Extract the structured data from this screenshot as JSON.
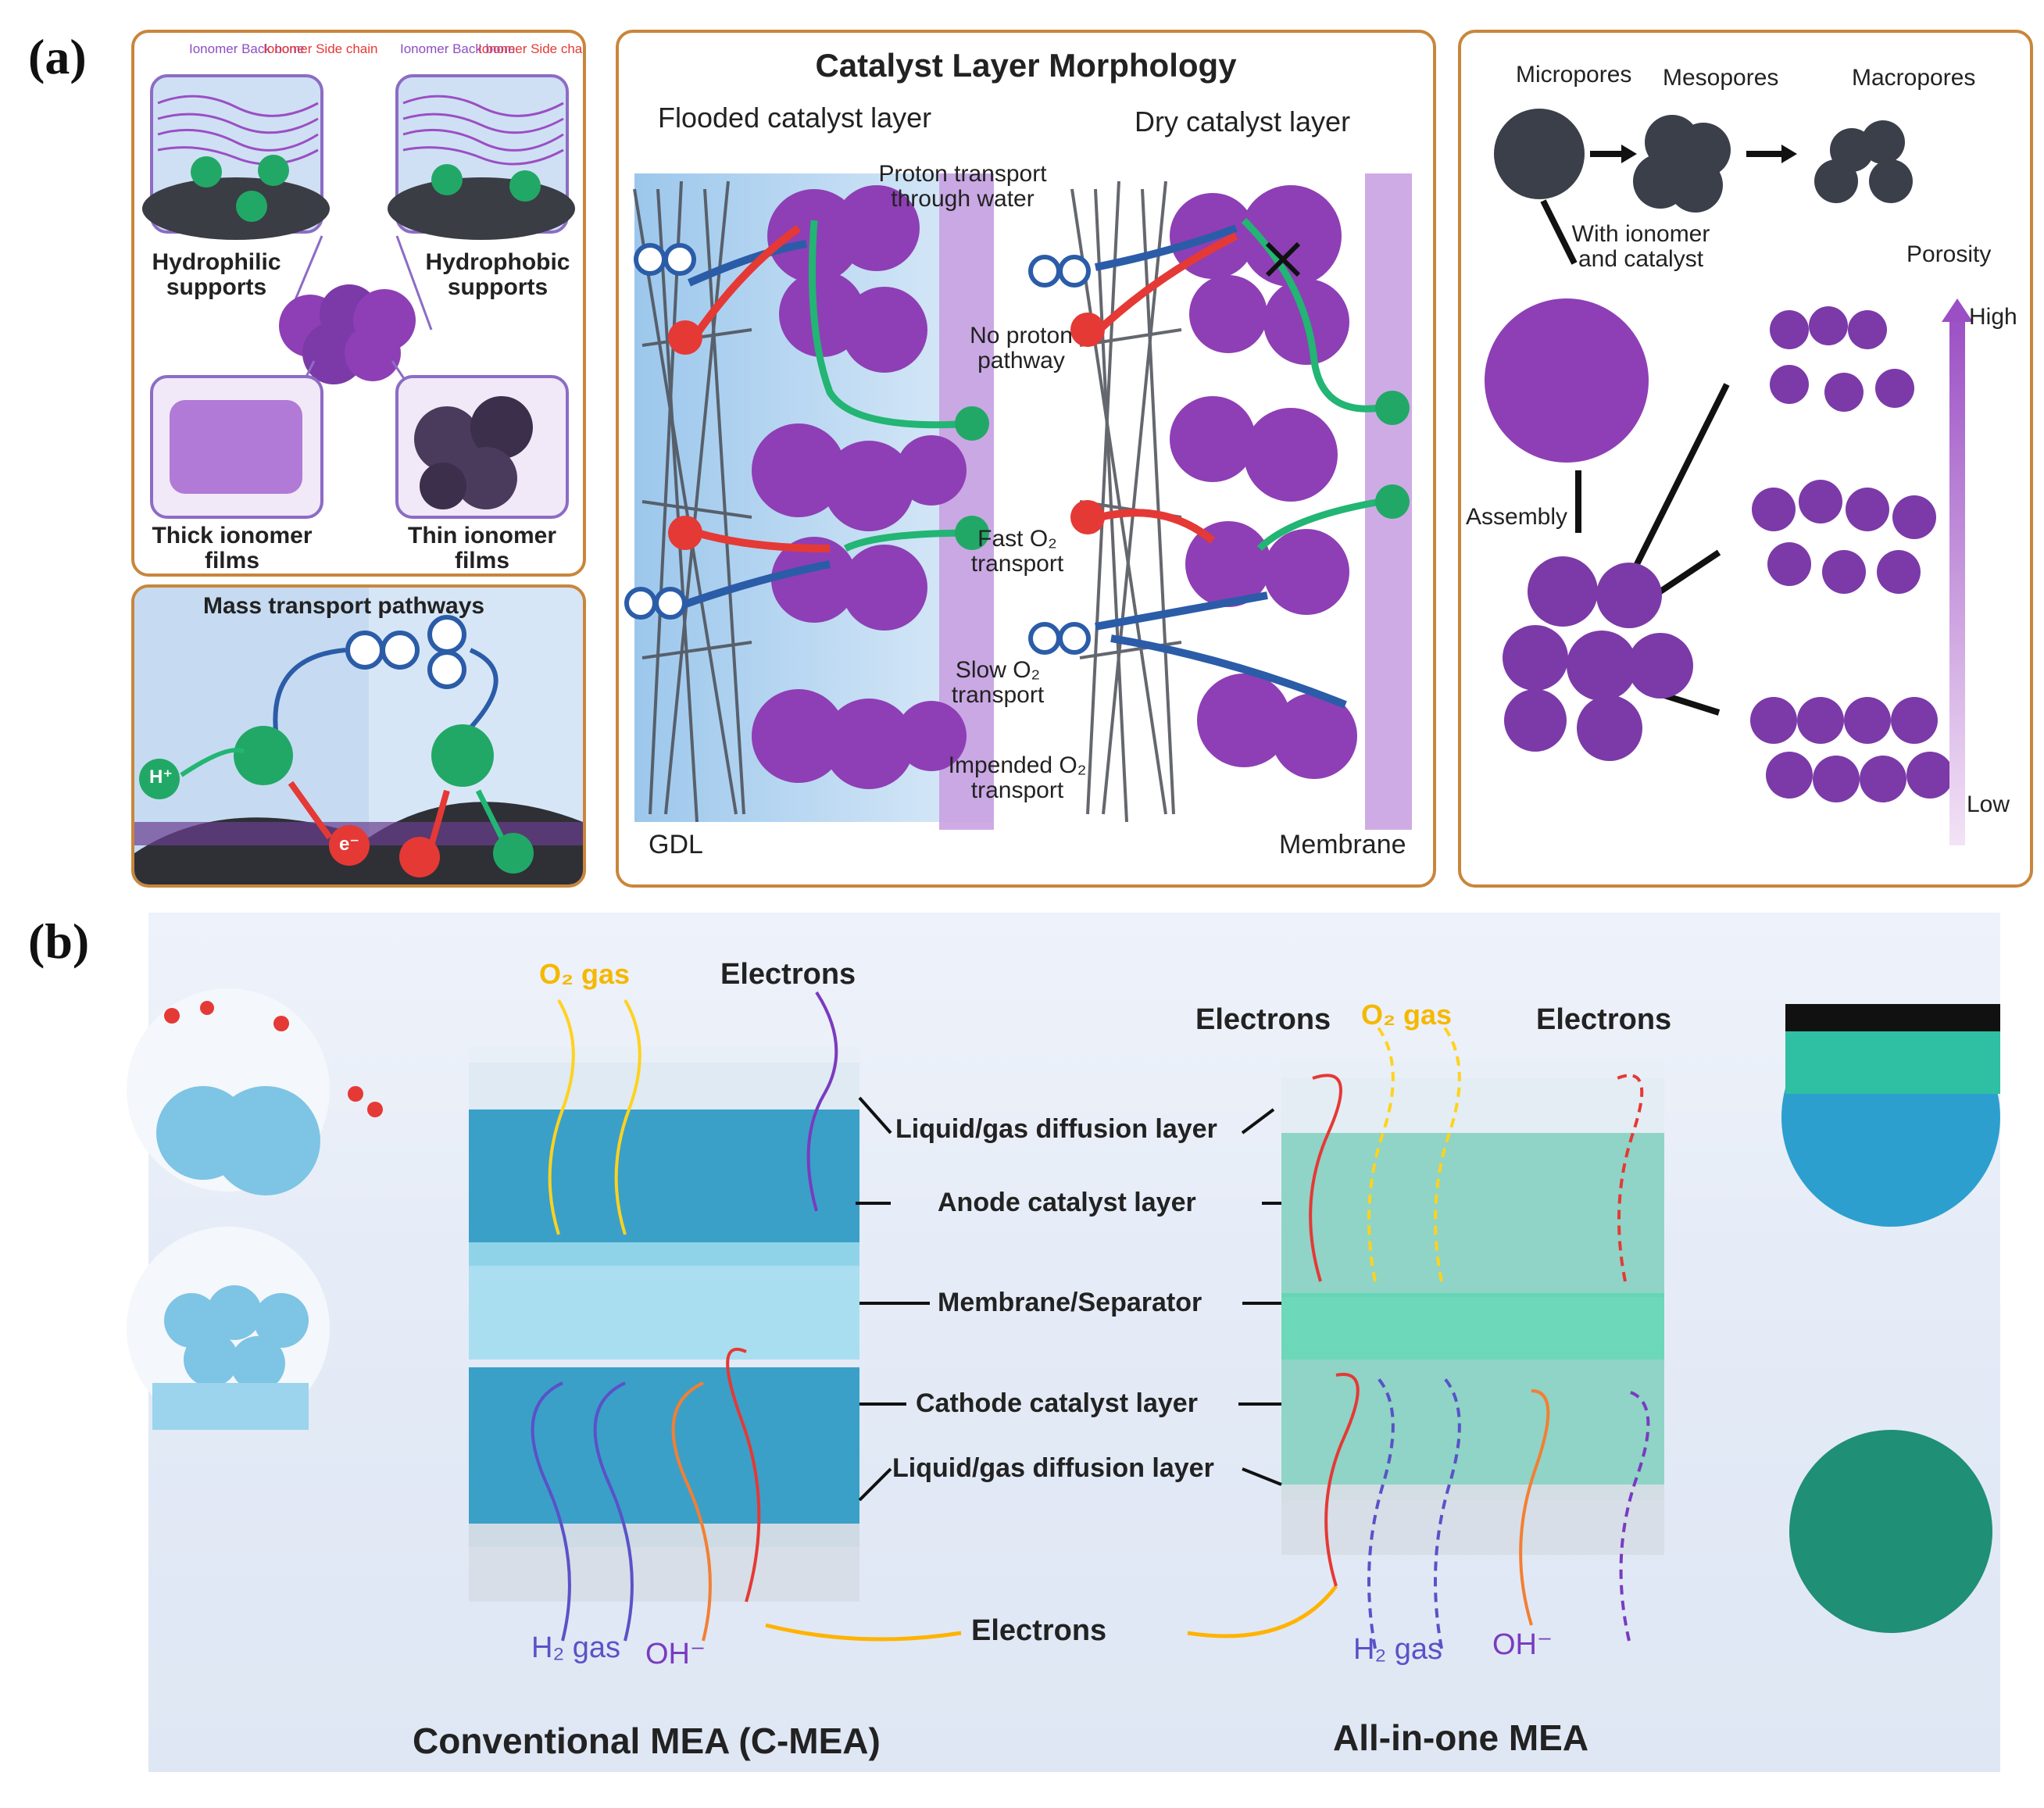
{
  "panel_a": {
    "letter": "(a)",
    "top_left": {
      "ionomer_back_bone": "Ionomer Back bone",
      "ionomer_side_chain": "Ionomer Side chain",
      "hydrophilic": "Hydrophilic supports",
      "hydrophobic": "Hydrophobic supports",
      "thick": "Thick ionomer films",
      "thin": "Thin ionomer films"
    },
    "bottom_left": {
      "title": "Mass transport pathways",
      "o2": "O O",
      "h_plus": "H⁺",
      "e_minus": "e⁻"
    },
    "middle": {
      "title": "Catalyst Layer Morphology",
      "flooded": "Flooded catalyst layer",
      "dry": "Dry catalyst layer",
      "proton_water": "Proton transport through water",
      "no_proton": "No proton pathway",
      "fast_o2": "Fast O₂ transport",
      "slow_o2": "Slow O₂ transport",
      "impended": "Impended O₂ transport",
      "gdl": "GDL",
      "membrane": "Membrane"
    },
    "right": {
      "micropores": "Micropores",
      "mesopores": "Mesopores",
      "macropores": "Macropores",
      "with_ionomer": "With ionomer and catalyst",
      "assembly": "Assembly",
      "porosity": "Porosity",
      "high": "High",
      "low": "Low"
    }
  },
  "panel_b": {
    "letter": "(b)",
    "o2_gas": "O₂ gas",
    "electrons": "Electrons",
    "h2_gas": "H₂ gas",
    "oh_minus": "OH⁻",
    "layers": {
      "lgdl": "Liquid/gas diffusion layer",
      "anode": "Anode catalyst layer",
      "membrane": "Membrane/Separator",
      "cathode": "Cathode catalyst layer",
      "lgdl2": "Liquid/gas diffusion layer"
    },
    "conventional": "Conventional MEA (C-MEA)",
    "allinone": "All-in-one MEA"
  },
  "colors": {
    "frame": "#c8863c",
    "purple": "#9b4fc4",
    "green": "#22b573",
    "blue": "#2b5ca8",
    "red": "#e53935",
    "teal": "#3cc6a8",
    "cyan": "#5ab8dc"
  }
}
